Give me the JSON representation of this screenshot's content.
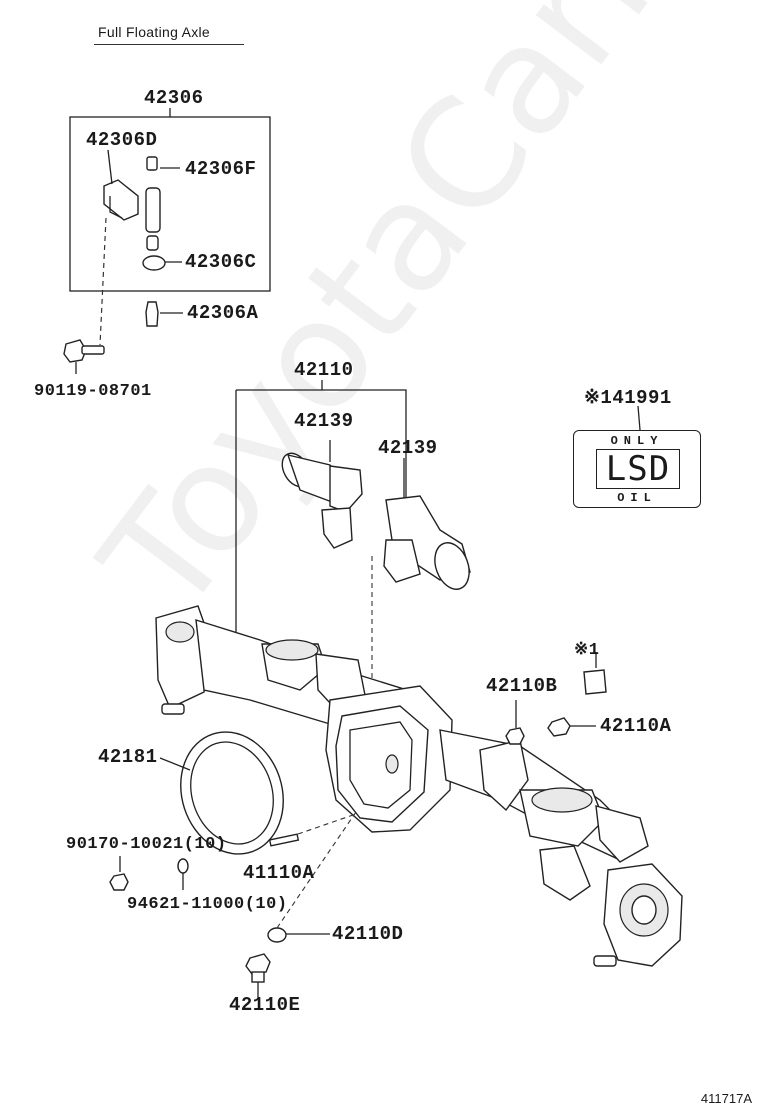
{
  "header": {
    "title": "Full Floating Axle"
  },
  "watermark": "ToyotaCarMine.ru",
  "figure_id": "411717A",
  "labels": {
    "l42306": "42306",
    "l42306D": "42306D",
    "l42306F": "42306F",
    "l42306C": "42306C",
    "l42306A": "42306A",
    "l90119": "90119-08701",
    "l42110": "42110",
    "l42139a": "42139",
    "l42139b": "42139",
    "l41991": "※141991",
    "l42110B": "42110B",
    "l42110A": "42110A",
    "l42181": "42181",
    "l90170": "90170-10021(10)",
    "l41110A": "41110A",
    "l94621": "94621-11000(10)",
    "l42110D": "42110D",
    "l42110E": "42110E",
    "note1": "※1"
  },
  "lsd_plate": {
    "top": "ONLY",
    "main": "LSD",
    "bottom": "OIL"
  }
}
